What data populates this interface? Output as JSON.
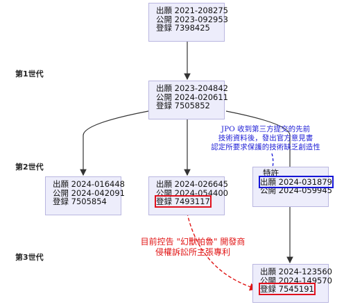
{
  "generations": [
    {
      "label": "第1世代"
    },
    {
      "label": "第2世代"
    },
    {
      "label": "第3世代"
    }
  ],
  "nodes": {
    "root": {
      "lines": [
        "出願 2021-208275",
        "公開 2023-092953",
        "登録 7398425"
      ]
    },
    "gen1": {
      "lines": [
        "出願 2023-204842",
        "公開 2024-020611",
        "登録 7505852"
      ]
    },
    "gen2_left": {
      "lines": [
        "出願 2024-016448",
        "公開 2024-042091",
        "登録 7505854"
      ]
    },
    "gen2_mid": {
      "lines": [
        "出願 2024-026645",
        "公開 2024-054400",
        "登録 7493117"
      ]
    },
    "gen2_right": {
      "tag": "特許",
      "lines": [
        "出願 2024-031879",
        "公開 2024-059945"
      ]
    },
    "gen3": {
      "lines": [
        "出願 2024-123560",
        "公開 2024-149570",
        "登録 7545191"
      ]
    }
  },
  "annotations": {
    "blue_note": [
      "JPO 收到第三方提交的先前",
      "技術資料後，發出官方意見書",
      "認定所要求保護的技術缺乏創造性"
    ],
    "red_note": [
      "目前控告 \"幻獸帕魯\" 開發商",
      "侵權訴訟所主張專利"
    ]
  },
  "colors": {
    "node_fill": "#ededfb",
    "node_border": "#b9b6e0",
    "highlight_red": "#e0101c",
    "highlight_blue": "#1414d6",
    "edge": "#333333"
  }
}
